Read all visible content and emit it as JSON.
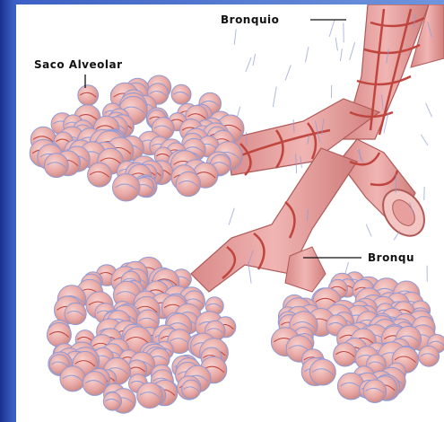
{
  "labels": {
    "bronquio_top": "Bronquio",
    "saco_alveolar": "Saco Alveolar",
    "bronquio_right": "Bronqu"
  },
  "colors": {
    "background_blue": "#3b5fc4",
    "alveolus_fill": "#e8a7a4",
    "alveolus_vessel": "#8f9ad6",
    "bronchus_fill": "#e79b9a",
    "bronchus_band": "#c0453f"
  }
}
